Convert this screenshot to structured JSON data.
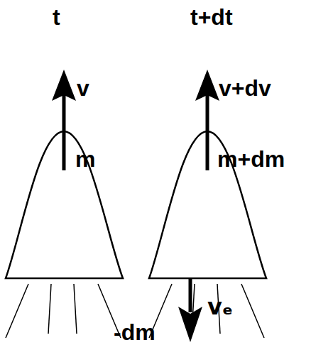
{
  "diagram": {
    "labels": [
      "t",
      "t+dt",
      "v",
      "m",
      "v+dv",
      "m+dm",
      "vₑ",
      "-dm"
    ]
  }
}
